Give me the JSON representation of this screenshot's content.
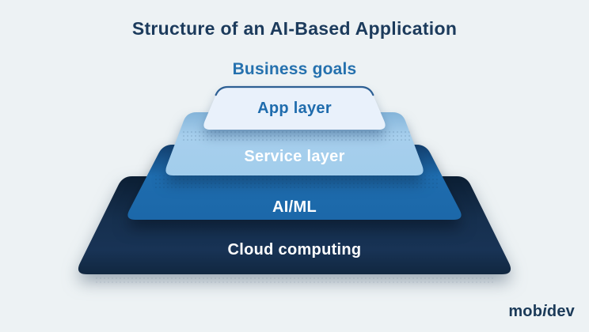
{
  "title": "Structure of an AI-Based Application",
  "apex_label": "Business goals",
  "pyramid": {
    "layers": [
      {
        "id": "app",
        "label": "App layer",
        "fill": "#e9f1fb",
        "text_color": "#1f6cad"
      },
      {
        "id": "service",
        "label": "Service layer",
        "fill": "#a7cfed",
        "text_color": "#ffffff"
      },
      {
        "id": "ai-ml",
        "label": "AI/ML",
        "fill": "#1e6cae",
        "text_color": "#ffffff"
      },
      {
        "id": "cloud",
        "label": "Cloud computing",
        "fill": "#122a43",
        "text_color": "#ffffff"
      }
    ]
  },
  "brand": {
    "prefix": "mob",
    "slant": "i",
    "suffix": "dev"
  },
  "colors": {
    "background": "#edf2f4",
    "title_text": "#1c3b5c",
    "apex_text": "#2571ae",
    "app_layer_top_border": "#2e6094",
    "logo_text": "#1b3a58"
  }
}
